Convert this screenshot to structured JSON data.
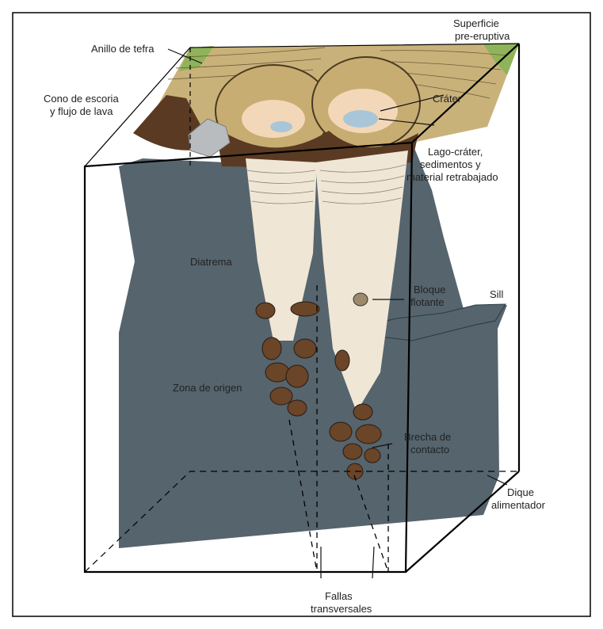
{
  "colors": {
    "rock": "#55646d",
    "tuff_light": "#efe6d6",
    "tephra": "#c9b27a",
    "soil_dark": "#5a3a22",
    "surface_green": "#8fb35a",
    "lake_blue": "#a9c6d8",
    "block_outline": "#000000"
  },
  "labels": {
    "anillo": "Anillo de tefra",
    "superficie_1": "Superficie",
    "superficie_2": "pre-eruptiva",
    "cono_1": "Cono de escoria",
    "cono_2": "y flujo de lava",
    "crater": "Cráter",
    "lago_1": "Lago-cráter,",
    "lago_2": "sedimentos y",
    "lago_3": "material retrabajado",
    "diatrema": "Diatrema",
    "bloque_1": "Bloque",
    "bloque_2": "flotante",
    "sill": "Sill",
    "zona": "Zona de origen",
    "brecha_1": "Brecha de",
    "brecha_2": "contacto",
    "dique_1": "Dique",
    "dique_2": "alimentador",
    "fallas_1": "Fallas",
    "fallas_2": "transversales"
  }
}
